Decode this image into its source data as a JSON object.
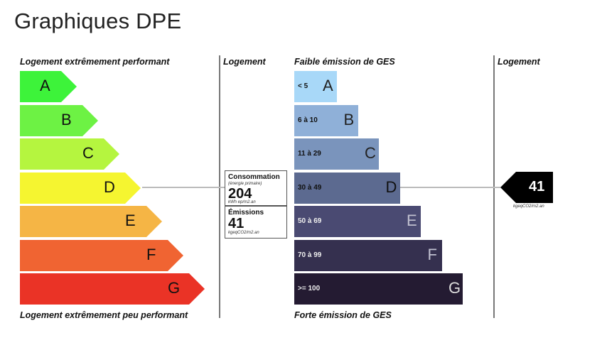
{
  "page_title": "Graphiques DPE",
  "energy": {
    "top_label": "Logement extrêmement performant",
    "bottom_label": "Logement extrêmement peu performant",
    "column_label": "Logement",
    "classes": [
      {
        "letter": "A",
        "color": "#3df33a"
      },
      {
        "letter": "B",
        "color": "#6df244"
      },
      {
        "letter": "C",
        "color": "#b5f53f"
      },
      {
        "letter": "D",
        "color": "#f5f530"
      },
      {
        "letter": "E",
        "color": "#f5b545"
      },
      {
        "letter": "F",
        "color": "#f06432"
      },
      {
        "letter": "G",
        "color": "#ea3326"
      }
    ],
    "current_class": "D"
  },
  "summary": {
    "consumption_title": "Consommation",
    "consumption_sub": "(énergie primaire)",
    "consumption_value": "204",
    "consumption_unit": "kWh ep/m2.an",
    "emissions_title": "Émissions",
    "emissions_value": "41",
    "emissions_unit": "kgeqCO2/m2.an"
  },
  "ges": {
    "top_label": "Faible émission de GES",
    "bottom_label": "Forte émission de GES",
    "column_label": "Logement",
    "classes": [
      {
        "range": "< 5",
        "letter": "A",
        "color": "#a8d8f8",
        "text_color": "#222222"
      },
      {
        "range": "6 à 10",
        "letter": "B",
        "color": "#8fb0d8",
        "text_color": "#222222"
      },
      {
        "range": "11 à 29",
        "letter": "C",
        "color": "#7a94bc",
        "text_color": "#222222"
      },
      {
        "range": "30 à 49",
        "letter": "D",
        "color": "#5c6a90",
        "text_color": "#111111"
      },
      {
        "range": "50 à 69",
        "letter": "E",
        "color": "#4a4a72",
        "text_color": "#c0c0d0"
      },
      {
        "range": "70 à 99",
        "letter": "F",
        "color": "#35304f",
        "text_color": "#c0c0d0"
      },
      {
        "range": ">= 100",
        "letter": "G",
        "color": "#241b32",
        "text_color": "#dddddd"
      }
    ],
    "current_class": "D",
    "marker_value": "41",
    "marker_unit": "kgeqCO2/m2.an"
  }
}
